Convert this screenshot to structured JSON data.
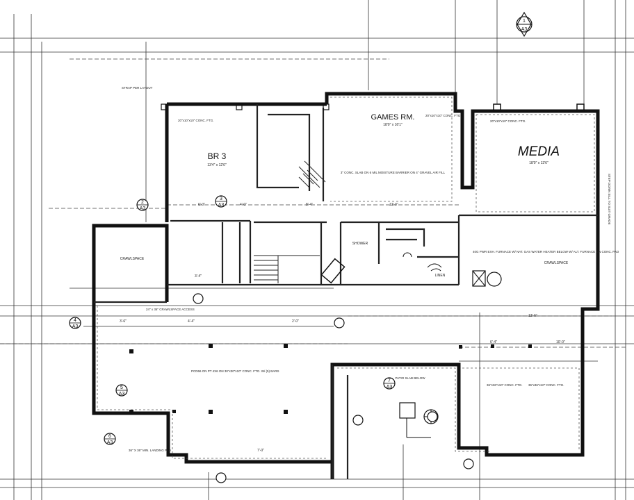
{
  "rooms": {
    "games": {
      "name": "GAMES RM.",
      "size": "18'0\" x 16'1\""
    },
    "media": {
      "name": "MEDIA",
      "size": "18'0\" x 13'6\""
    },
    "br3": {
      "name": "BR 3",
      "size": "13'4\" x 12'0\""
    },
    "crawlspace_left": {
      "name": "CRAWLSPACE"
    },
    "crawlspace_right": {
      "name": "CRAWLSPACE"
    },
    "bath": {
      "name": "SHOWER"
    },
    "linen": {
      "name": "LINEN"
    }
  },
  "notes": {
    "games_floor": "3\" CONC. SLAB ON 6 MIL MOISTURE BARRIER ON 4\" GRAVEL AIR FILL",
    "media_ftg": "20\"x10\"x10\" CONC. FTG.",
    "games_ftg": "20\"x10\"x10\" CONC. FTG.",
    "br3_ftg": "20\"x10\"x10\" CONC. FTG.",
    "patio": "PATIO SLAB BELOW",
    "crawlspace_access": "24\" x 36\" CRAWLSPACE ACCESS",
    "footing_left": "PCD66 ON PT 4X6 ON 30\"x30\"x10\" CONC. FTG. W/ (5) BARS",
    "water_heater": "40G PWR EXH. FURNACE W/ NAT. GAS WATER HEATER BELOW W/ ALT. FURNACE ON CONC. PAD",
    "strap": "STRAP PER LAYOUT",
    "concrete_ftg_1": "36\"x36\"x10\" CONC. FTG.",
    "concrete_ftg_2": "36\"x36\"x10\" CONC. FTG.",
    "step_down": "STEP DOWN SILL TO SUIT GRADE",
    "landing": "36\" X 36\" MIN. LANDING PAD"
  },
  "callouts": [
    {
      "label": "1",
      "sub": "A3"
    },
    {
      "label": "2",
      "sub": "A3"
    },
    {
      "label": "3",
      "sub": "A3"
    },
    {
      "label": "4",
      "sub": "A3"
    },
    {
      "label": "5",
      "sub": "A3"
    },
    {
      "label": "6",
      "sub": "A3"
    },
    {
      "label": "7",
      "sub": "A3"
    }
  ],
  "dimensions": [
    "6'-0\"",
    "4'-0\"",
    "8'-4\"",
    "12'-0\"",
    "3'-6\"",
    "4'-4\"",
    "2'-0\"",
    "6'-4\"",
    "10'-0\"",
    "13'-6\"",
    "7'-0\"",
    "3'-4\""
  ]
}
